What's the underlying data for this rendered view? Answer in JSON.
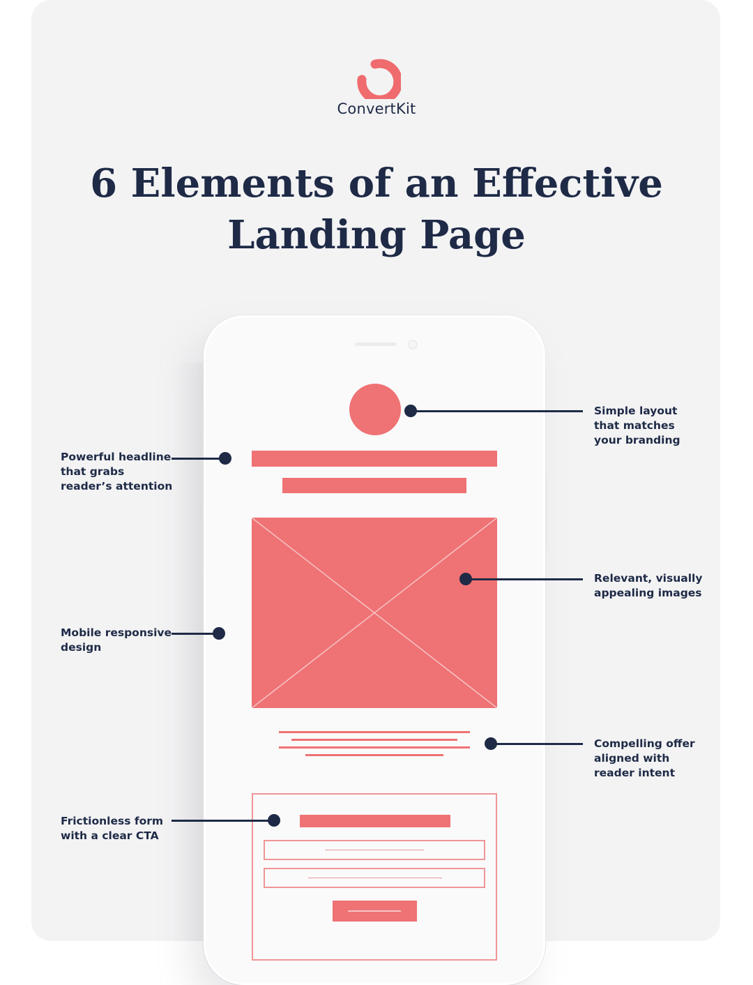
{
  "brand": {
    "name": "ConvertKit",
    "logo_icon": "convertkit-logo-icon",
    "color": "#ef6b6e"
  },
  "title": {
    "line1": "6 Elements of an Effective",
    "line2": "Landing Page"
  },
  "colors": {
    "accent": "#ef7274",
    "ink": "#1e2a46",
    "background": "#f3f3f4"
  },
  "annotations": [
    {
      "id": "simple-layout",
      "text": "Simple layout\nthat matches\nyour branding"
    },
    {
      "id": "headline",
      "text": "Powerful headline\nthat grabs\nreader’s attention"
    },
    {
      "id": "images",
      "text": "Relevant, visually\nappealing images"
    },
    {
      "id": "mobile",
      "text": "Mobile responsive\ndesign"
    },
    {
      "id": "offer",
      "text": "Compelling offer\naligned with\nreader intent"
    },
    {
      "id": "form",
      "text": "Frictionless form\nwith a clear CTA"
    }
  ]
}
